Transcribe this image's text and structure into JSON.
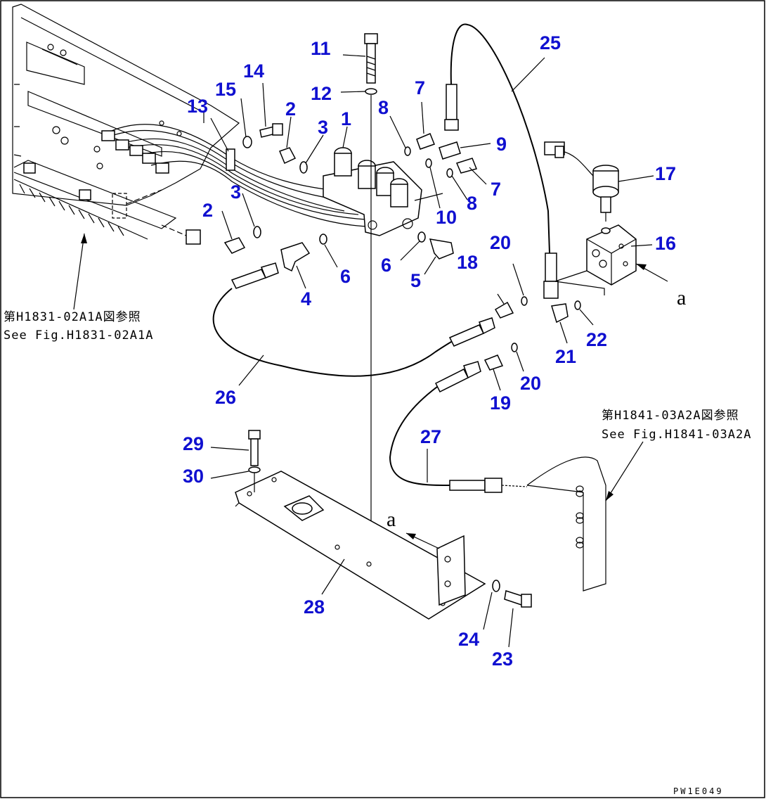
{
  "callouts": [
    {
      "id": "c1",
      "text": "1"
    },
    {
      "id": "c2a",
      "text": "2"
    },
    {
      "id": "c2b",
      "text": "2"
    },
    {
      "id": "c3a",
      "text": "3"
    },
    {
      "id": "c3b",
      "text": "3"
    },
    {
      "id": "c4",
      "text": "4"
    },
    {
      "id": "c5",
      "text": "5"
    },
    {
      "id": "c6a",
      "text": "6"
    },
    {
      "id": "c6b",
      "text": "6"
    },
    {
      "id": "c7a",
      "text": "7"
    },
    {
      "id": "c7b",
      "text": "7"
    },
    {
      "id": "c8a",
      "text": "8"
    },
    {
      "id": "c8b",
      "text": "8"
    },
    {
      "id": "c9",
      "text": "9"
    },
    {
      "id": "c10",
      "text": "10"
    },
    {
      "id": "c11",
      "text": "11"
    },
    {
      "id": "c12",
      "text": "12"
    },
    {
      "id": "c13",
      "text": "13"
    },
    {
      "id": "c14",
      "text": "14"
    },
    {
      "id": "c15",
      "text": "15"
    },
    {
      "id": "c16",
      "text": "16"
    },
    {
      "id": "c17",
      "text": "17"
    },
    {
      "id": "c18",
      "text": "18"
    },
    {
      "id": "c19",
      "text": "19"
    },
    {
      "id": "c20a",
      "text": "20"
    },
    {
      "id": "c20b",
      "text": "20"
    },
    {
      "id": "c21",
      "text": "21"
    },
    {
      "id": "c22",
      "text": "22"
    },
    {
      "id": "c23",
      "text": "23"
    },
    {
      "id": "c24",
      "text": "24"
    },
    {
      "id": "c25",
      "text": "25"
    },
    {
      "id": "c26",
      "text": "26"
    },
    {
      "id": "c27",
      "text": "27"
    },
    {
      "id": "c28",
      "text": "28"
    },
    {
      "id": "c29",
      "text": "29"
    },
    {
      "id": "c30",
      "text": "30"
    }
  ],
  "refs": {
    "left_jp": "第H1831-02A1A図参照",
    "left_en": "See Fig.H1831-02A1A",
    "right_jp": "第H1841-03A2A図参照",
    "right_en": "See Fig.H1841-03A2A"
  },
  "view_label": "a",
  "drawing_code": "PW1E049",
  "colors": {
    "callout": "#1010d0",
    "line": "#000000"
  }
}
